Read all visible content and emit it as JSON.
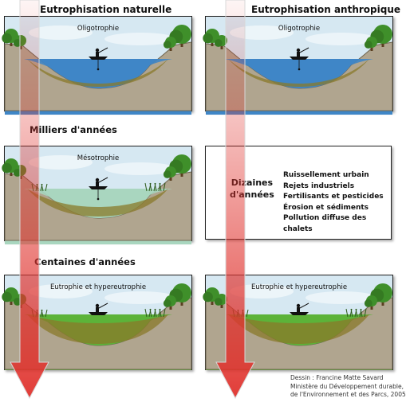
{
  "columns": {
    "left_title": "Eutrophisation naturelle",
    "right_title": "Eutrophisation anthropique"
  },
  "time_labels": {
    "millennia": "Milliers d'années",
    "centuries": "Centaines d'années",
    "decades_line1": "Dizaines",
    "decades_line2": "d'années"
  },
  "stages": {
    "oligo": "Oligotrophie",
    "meso": "Mésotrophie",
    "eutro": "Eutrophie et hypereutrophie"
  },
  "anthropic_causes": [
    "Ruissellement urbain",
    "Rejets industriels",
    "Fertilisants et pesticides",
    "Érosion et sédiments",
    "Pollution diffuse des chalets"
  ],
  "credit": {
    "line1": "Dessin : Francine Matte Savard",
    "line2": "Ministère du Développement durable,",
    "line3": "de l'Environnement et des Parcs, 2005"
  },
  "colors": {
    "sky": "#d6e8f2",
    "oligo_water": "#3f86c6",
    "meso_water": "#a9d6bf",
    "eutro_water": "#5cb23a",
    "soil": "#b0a58f",
    "sediment": "#8a7a2a",
    "tree": "#3f8f2a",
    "arrow": "#e0332e"
  },
  "icons": [
    "boat-icon",
    "tree-icon",
    "reeds-icon",
    "down-arrow-icon"
  ]
}
